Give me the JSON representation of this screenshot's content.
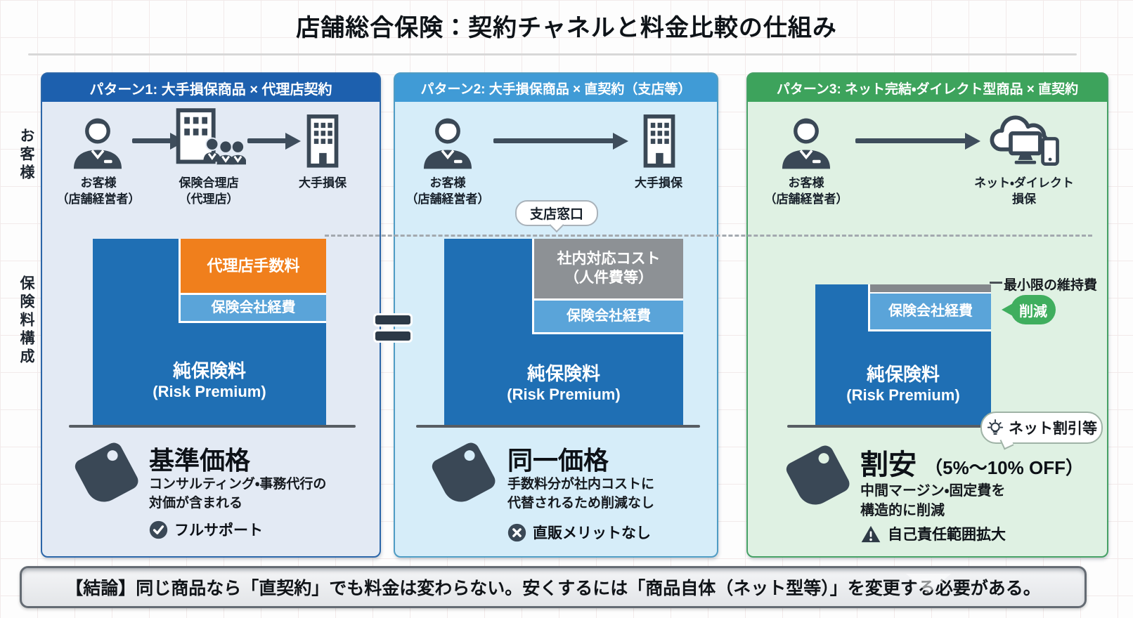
{
  "title": "店舗総合保険：契約チャネルと料金比較の仕組み",
  "row_labels": {
    "customer": "お客様",
    "premium": "保険料構成"
  },
  "equals_symbol": "=",
  "panels": [
    {
      "id": "pattern1",
      "header": "パターン1: 大手損保商品 × 代理店契約",
      "flow": [
        {
          "icon": "person-icon",
          "line1": "お客様",
          "line2": "（店舗経営者）"
        },
        {
          "icon": "agency-building-icon",
          "line1": "保険合理店",
          "line2": "（代理店）"
        },
        {
          "icon": "building-icon",
          "line1": "大手損保",
          "line2": ""
        }
      ],
      "bar": {
        "commission": "代理店手数料",
        "expense": "保険会社経費",
        "pure1": "純保険料",
        "pure2": "(Risk Premium)"
      },
      "price": {
        "title": "基準価格",
        "desc1": "コンサルティング・事務代行の",
        "desc2": "対価が含まれる",
        "note_icon": "check-circle-icon",
        "note": "フルサポート"
      }
    },
    {
      "id": "pattern2",
      "header": "パターン2: 大手損保商品 × 直契約（支店等）",
      "branch_bubble": "支店窓口",
      "flow": [
        {
          "icon": "person-icon",
          "line1": "お客様",
          "line2": "（店舗経営者）"
        },
        {
          "icon": "building-icon",
          "line1": "大手損保",
          "line2": ""
        }
      ],
      "bar": {
        "internal1": "社内対応コスト",
        "internal2": "（人件費等）",
        "expense": "保険会社経費",
        "pure1": "純保険料",
        "pure2": "(Risk Premium)"
      },
      "price": {
        "title": "同一価格",
        "desc1": "手数料分が社内コストに",
        "desc2": "代替されるため削減なし",
        "note_icon": "cross-circle-icon",
        "note": "直販メリットなし"
      }
    },
    {
      "id": "pattern3",
      "header": "パターン3: ネット完結・ダイレクト型商品 × 直契約",
      "flow": [
        {
          "icon": "person-icon",
          "line1": "お客様",
          "line2": "（店舗経営者）"
        },
        {
          "icon": "cloud-devices-icon",
          "line1": "ネット・ダイレクト",
          "line2": "損保"
        }
      ],
      "maintenance_label": "最小限の維持費",
      "reduction_bubble": "削減",
      "discount_bubble": "ネット割引等",
      "discount_icon": "lightbulb-icon",
      "bar": {
        "expense": "保険会社経費",
        "pure1": "純保険料",
        "pure2": "(Risk Premium)"
      },
      "price": {
        "title": "割安",
        "subtitle": "（5%～10% OFF）",
        "desc1": "中間マージン・固定費を",
        "desc2": "構造的に削減",
        "note_icon": "warning-triangle-icon",
        "note": "自己責任範囲拡大"
      }
    }
  ],
  "conclusion": "【結論】同じ商品なら「直契約」でも料金は変わらない。安くするには「商品自体（ネット型等）」を変更する必要がある。",
  "colors": {
    "p1_header": "#1d60ae",
    "p1_bg": "#e3eaf4",
    "p1_border": "#2b66a8",
    "p2_header": "#409bd6",
    "p2_bg": "#d6edf9",
    "p2_border": "#4f9cc4",
    "p3_header": "#3da35c",
    "p3_bg": "#dff1e3",
    "p3_border": "#46a065",
    "pure_premium": "#1f6fb4",
    "expense": "#5aa4d9",
    "commission": "#f07f1c",
    "internal_cost": "#8d9195",
    "icon_dark": "#3a4856",
    "reduction_bubble": "#3fae5e"
  }
}
